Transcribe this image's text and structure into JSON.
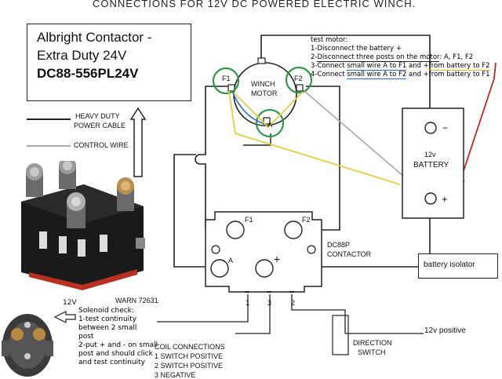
{
  "page_title": "CONNECTIONS FOR 12V DC POWERED ELECTRIC WINCH.",
  "albright_box": {
    "line1": "Albright Contactor -",
    "line2": "Extra Duty 24V",
    "line3": "DC88-556PL24V"
  },
  "legend": {
    "heavy_line1": "HEAVY DUTY",
    "heavy_line2": "POWER CABLE",
    "control": "CONTROL WIRE"
  },
  "test_motor": {
    "title": "test motor:",
    "step1": "1-Disconnect the battery +",
    "step2_a": "2-",
    "step2_b": "Disconnect three posts on the motor",
    "step2_c": ": A, F1, F2",
    "step3_a": "3-Connect ",
    "step3_b": "small wire A to F1",
    "step3_c": " and +",
    "step3_d": "from battery to F2",
    "step4_a": "4-Connect ",
    "step4_b": "small wire A to F2",
    "step4_c": " and +from battery to F1"
  },
  "motor": {
    "label_line1": "WINCH",
    "label_line2": "MOTOR",
    "f1": "F1",
    "f2": "F2",
    "a": "A"
  },
  "battery": {
    "line1": "12v",
    "line2": "BATTERY",
    "minus": "−",
    "plus": "+"
  },
  "contactor": {
    "f1": "F1",
    "f2": "F2",
    "a": "A",
    "plus": "+",
    "label_line1": "DC88P",
    "label_line2": "CONTACTOR",
    "coil_1": "1",
    "coil_3": "3",
    "coil_2": "2"
  },
  "isolator": {
    "label": "battery isolator"
  },
  "switch": {
    "positive_label": "12v positive",
    "label_line1": "DIRECTION",
    "label_line2": "SWITCH"
  },
  "coil_connections": {
    "title": "COIL CONNECTIONS",
    "item1": "1 SWITCH POSITIVE",
    "item2": "2 SWITCH POSITIVE",
    "item3": "3 NEGATIVE"
  },
  "solenoid": {
    "voltage": "12V",
    "part": "WARN 72631",
    "notes": [
      "Solenoid check:",
      "1-test continuity",
      "between 2 small",
      "post",
      "2-put + and - on small",
      "post and should click",
      "and test continuity"
    ]
  },
  "colors": {
    "green_circle": "#2e9a44",
    "blue_wire": "#2a6ad8",
    "yellow_wire": "#e0d040",
    "red_wire": "#c02828",
    "gray_wire": "#a8a8a8"
  }
}
